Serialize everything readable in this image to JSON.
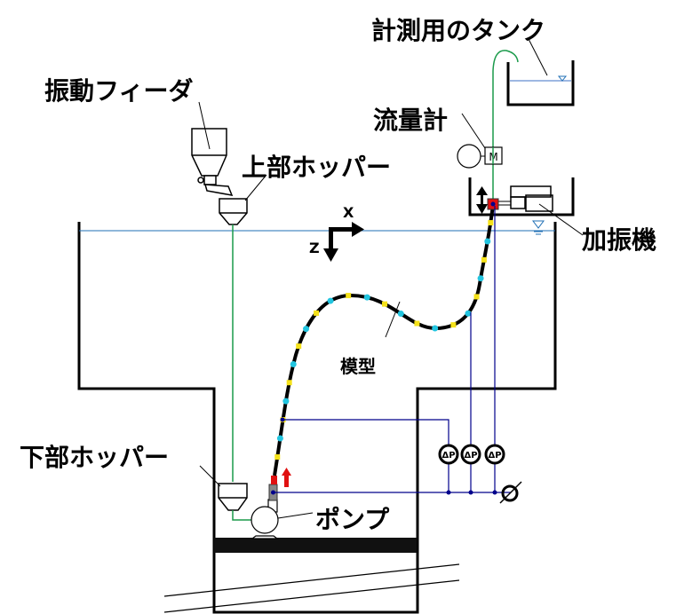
{
  "labels": {
    "measuring_tank": "計測用のタンク",
    "vibration_feeder": "振動フィーダ",
    "upper_hopper": "上部ホッパー",
    "flow_meter": "流量計",
    "shaker": "加振機",
    "axis_x": "X",
    "axis_z": "Z",
    "model": "模型",
    "lower_hopper": "下部ホッパー",
    "pump": "ポンプ",
    "motor": "M",
    "dp": "ΔP"
  },
  "colors": {
    "water_line": "#1f6fb5",
    "pipe_green": "#1a9a4a",
    "signal_blue": "#00008b",
    "marker_cyan": "#22c5e0",
    "marker_yellow": "#f5e21a",
    "red": "#e01010"
  }
}
